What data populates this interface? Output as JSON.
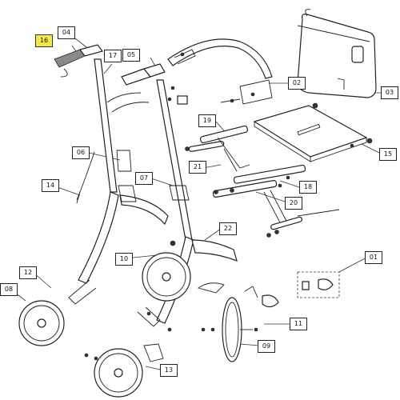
{
  "diagram": {
    "labels": [
      "16",
      "04",
      "17",
      "05",
      "02",
      "03",
      "19",
      "15",
      "06",
      "21",
      "14",
      "07",
      "18",
      "20",
      "22",
      "01",
      "10",
      "12",
      "08",
      "11",
      "09",
      "13"
    ]
  }
}
